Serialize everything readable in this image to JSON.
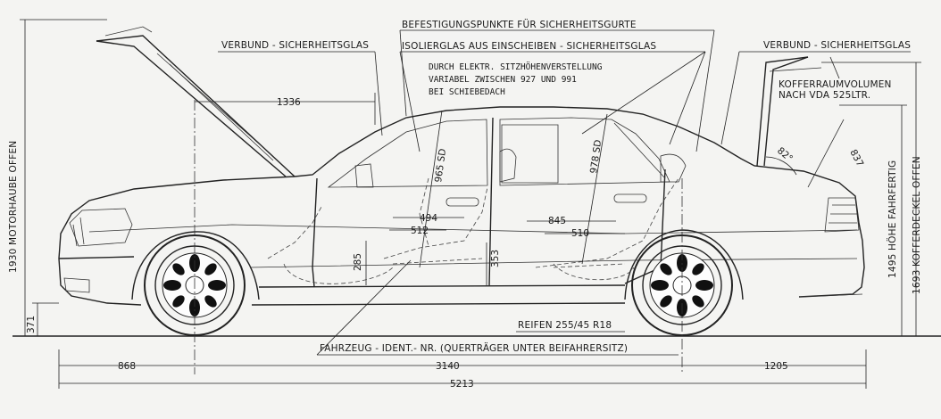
{
  "labels": {
    "verbund_front": "VERBUND - SICHERHEITSGLAS",
    "befestigung": "BEFESTIGUNGSPUNKTE FÜR SICHERHEITSGURTE",
    "isolierglas": "ISOLIERGLAS AUS EINSCHEIBEN - SICHERHEITSGLAS",
    "verbund_rear": "VERBUND - SICHERHEITSGLAS",
    "note_line1": "DURCH ELEKTR. SITZHÖHENVERSTELLUNG",
    "note_line2": "VARIABEL ZWISCHEN 927 UND 991",
    "note_line3": "BEI SCHIEBEDACH",
    "kofferraum_line1": "KOFFERRAUMVOLUMEN",
    "kofferraum_line2": "NACH VDA 525LTR.",
    "reifen": "REIFEN 255/45 R18",
    "fahrzeug_ident": "FAHRZEUG - IDENT.- NR. (QUERTRÄGER UNTER BEIFAHRERSITZ)"
  },
  "vertical_labels": {
    "motorhaube": "1930 MOTORHAUBE OFFEN",
    "hoehe_fahrfertig": "1495 HÖHE FAHRFERTIG",
    "kofferdeckel": "1693 KOFFERDECKEL OFFEN"
  },
  "dimensions": {
    "d1336": "1336",
    "d965": "965 SD",
    "d978": "978 SD",
    "d837": "837",
    "angle": "82°",
    "d494": "494",
    "d512": "512",
    "d845": "845",
    "d510": "510",
    "d285": "285",
    "d353": "353",
    "d371": "371",
    "d868": "868",
    "d3140": "3140",
    "d1205": "1205",
    "d5213": "5213"
  },
  "colors": {
    "paper": "#f4f4f2",
    "ink": "#222222"
  }
}
